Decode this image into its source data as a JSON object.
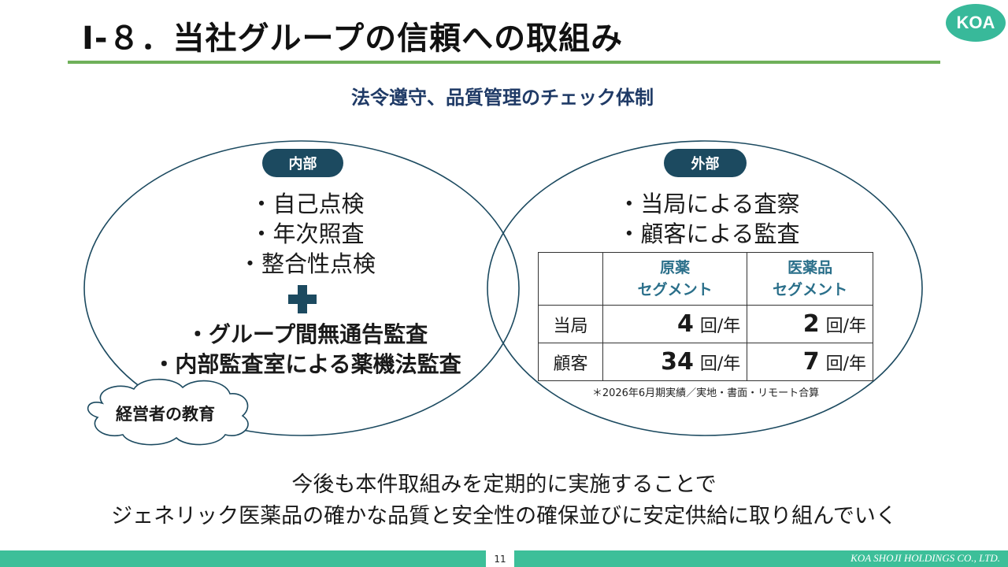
{
  "header": {
    "title": "Ⅰ-８．当社グループの信頼への取組み",
    "logo": "KOA",
    "accent_color": "#6fb05a",
    "logo_color": "#38b99a"
  },
  "subtitle": "法令遵守、品質管理のチェック体制",
  "internal": {
    "label": "内部",
    "items": [
      "・自己点検",
      "・年次照査",
      "・整合性点検"
    ],
    "plus_icon": "plus-icon",
    "audits": [
      "・グループ間無通告監査",
      "・内部監査室による薬機法監査"
    ],
    "cloud_label": "経営者の教育"
  },
  "external": {
    "label": "外部",
    "items": [
      "・当局による査察",
      "・顧客による監査"
    ],
    "table": {
      "headers": [
        {
          "line1": "原薬",
          "line2": "セグメント"
        },
        {
          "line1": "医薬品",
          "line2": "セグメント"
        }
      ],
      "unit": "回/年",
      "rows": [
        {
          "label": "当局",
          "values": [
            "4",
            "2"
          ]
        },
        {
          "label": "顧客",
          "values": [
            "34",
            "7"
          ]
        }
      ]
    },
    "note": "＊2026年6月期実績／実地・書面・リモート合算"
  },
  "closing": {
    "line1": "今後も本件取組みを定期的に実施することで",
    "line2": "ジェネリック医薬品の確かな品質と安全性の確保並びに安定供給に取り組んでいく"
  },
  "footer": {
    "page_number": "11",
    "company": "KOA SHOJI HOLDINGS CO., LTD.",
    "bar_color": "#3dbf99"
  }
}
